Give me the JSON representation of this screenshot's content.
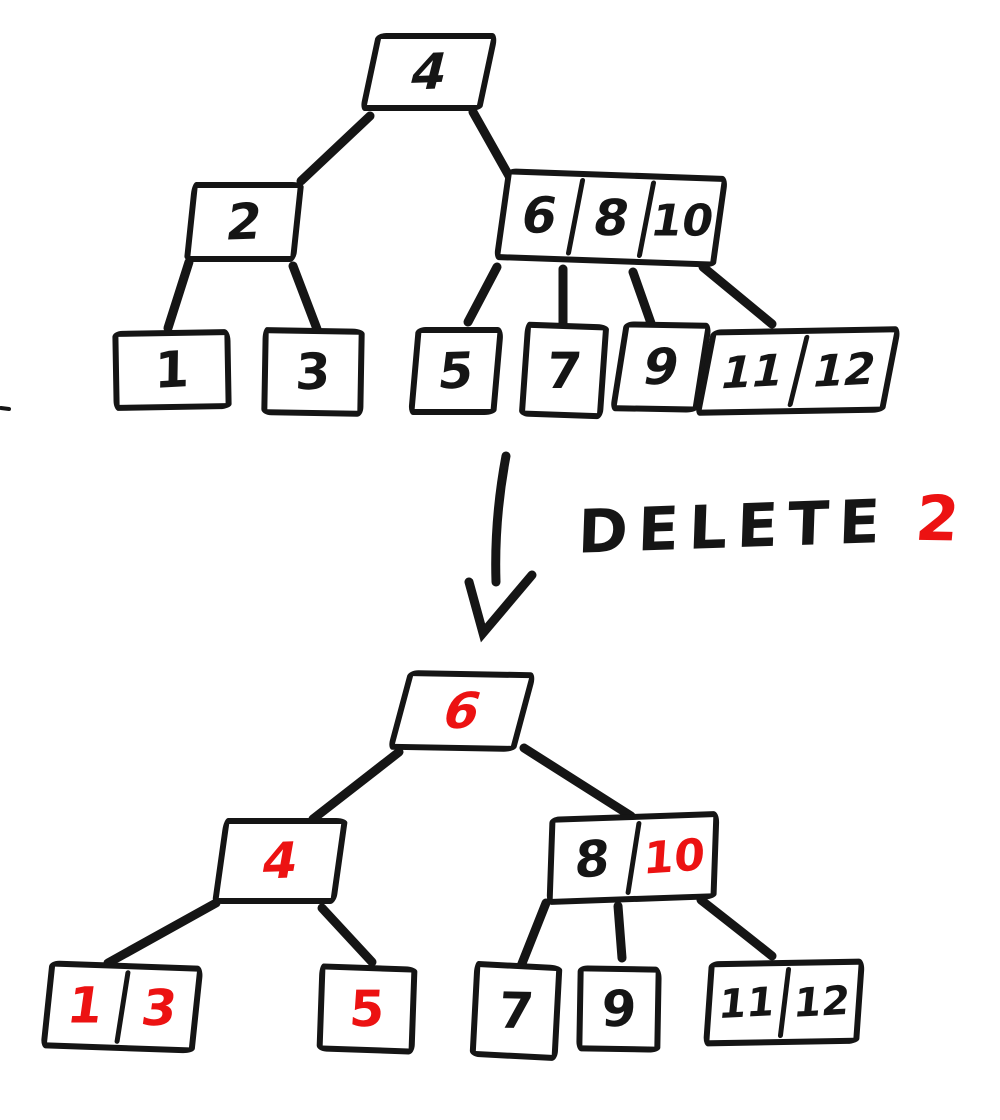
{
  "colors": {
    "ink": "#151515",
    "accent_red": "#ec1212",
    "background": "#ffffff"
  },
  "operation": {
    "verb": "DELETE",
    "operand": "2"
  },
  "tree_before": {
    "root": {
      "keys": [
        "4"
      ],
      "red_keys": []
    },
    "internal": [
      {
        "keys": [
          "2"
        ],
        "red_keys": []
      },
      {
        "keys": [
          "6",
          "8",
          "10"
        ],
        "red_keys": []
      }
    ],
    "leaves": [
      {
        "keys": [
          "1"
        ],
        "red_keys": []
      },
      {
        "keys": [
          "3"
        ],
        "red_keys": []
      },
      {
        "keys": [
          "5"
        ],
        "red_keys": []
      },
      {
        "keys": [
          "7"
        ],
        "red_keys": []
      },
      {
        "keys": [
          "9"
        ],
        "red_keys": []
      },
      {
        "keys": [
          "11",
          "12"
        ],
        "red_keys": []
      }
    ]
  },
  "tree_after": {
    "root": {
      "keys": [
        "6"
      ],
      "red_keys": [
        "6"
      ]
    },
    "internal": [
      {
        "keys": [
          "4"
        ],
        "red_keys": [
          "4"
        ]
      },
      {
        "keys": [
          "8",
          "10"
        ],
        "red_keys": [
          "10"
        ]
      }
    ],
    "leaves": [
      {
        "keys": [
          "1",
          "3"
        ],
        "red_keys": [
          "1",
          "3"
        ]
      },
      {
        "keys": [
          "5"
        ],
        "red_keys": [
          "5"
        ]
      },
      {
        "keys": [
          "7"
        ],
        "red_keys": []
      },
      {
        "keys": [
          "9"
        ],
        "red_keys": []
      },
      {
        "keys": [
          "11",
          "12"
        ],
        "red_keys": []
      }
    ]
  }
}
